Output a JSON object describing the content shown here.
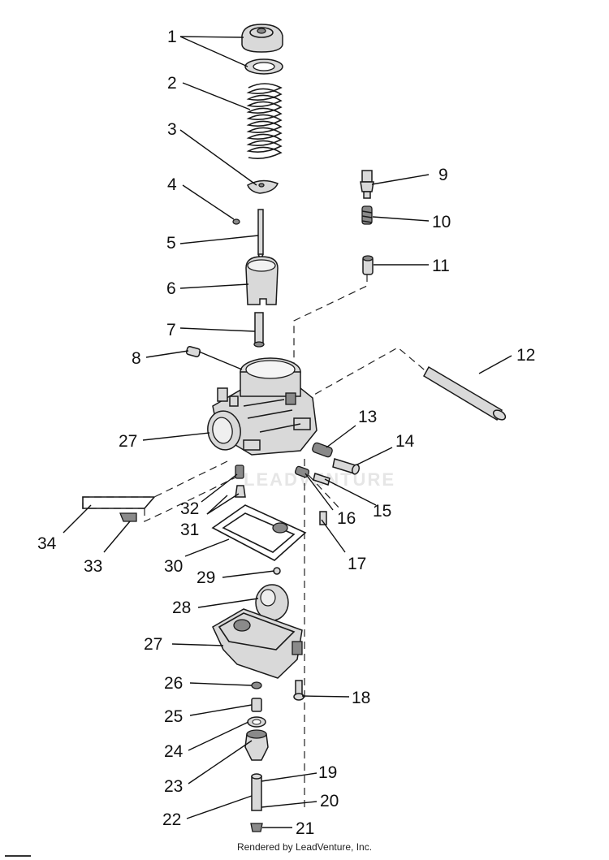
{
  "diagram": {
    "callouts": [
      "1",
      "2",
      "3",
      "4",
      "5",
      "6",
      "7",
      "8",
      "9",
      "10",
      "11",
      "12",
      "13",
      "14",
      "15",
      "16",
      "17",
      "18",
      "19",
      "20",
      "21",
      "22",
      "23",
      "24",
      "25",
      "26",
      "27",
      "27",
      "28",
      "29",
      "30",
      "31",
      "32",
      "33",
      "34"
    ]
  },
  "watermark": "LEADVENTURE",
  "footer": "Rendered by LeadVenture, Inc."
}
